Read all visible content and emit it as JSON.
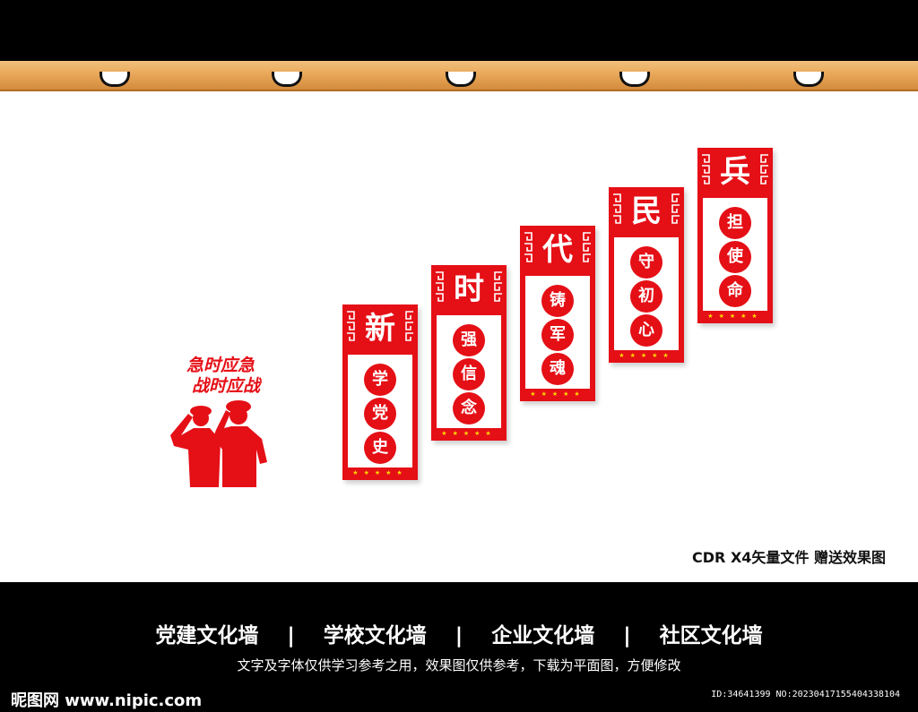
{
  "slogan": {
    "line1": "急时应急",
    "line2": "战时应战"
  },
  "panels": [
    {
      "title": "新",
      "chars": [
        "学",
        "党",
        "史"
      ],
      "stars": "★★★★★"
    },
    {
      "title": "时",
      "chars": [
        "强",
        "信",
        "念"
      ],
      "stars": "★★★★★"
    },
    {
      "title": "代",
      "chars": [
        "铸",
        "军",
        "魂"
      ],
      "stars": "★★★★★"
    },
    {
      "title": "民",
      "chars": [
        "守",
        "初",
        "心"
      ],
      "stars": "★★★★★"
    },
    {
      "title": "兵",
      "chars": [
        "担",
        "使",
        "命"
      ],
      "stars": "★★★★★"
    }
  ],
  "note": "CDR X4矢量文件  赠送效果图",
  "footer": {
    "categories": [
      "党建文化墙",
      "学校文化墙",
      "企业文化墙",
      "社区文化墙"
    ],
    "separator": "|",
    "disclaimer": "文字及字体仅供学习参考之用，效果图仅供参考，下载为平面图，方便修改",
    "watermark": "昵图网 www.nipic.com",
    "image_id": "ID:34641399 NO:20230417155404338104"
  },
  "colors": {
    "accent": "#e50f16",
    "rail": "#e9a85a",
    "star": "#ffd800"
  }
}
